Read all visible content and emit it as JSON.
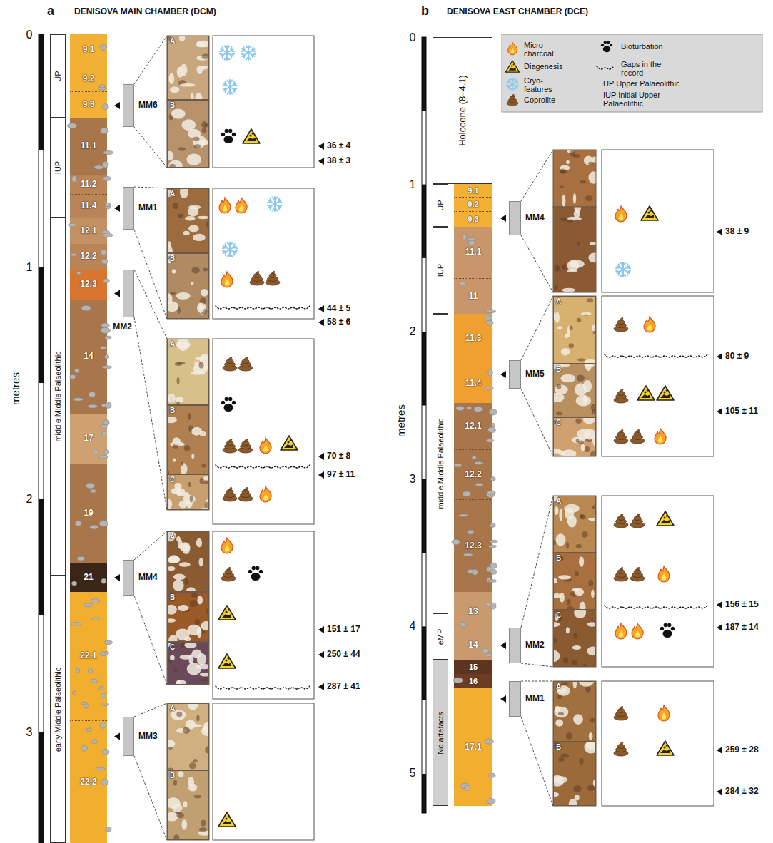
{
  "diagram": {
    "nodes": [
      {
        "text": [
          "UP"
        ]
      },
      {
        "text": [
          "IUP"
        ]
      },
      {
        "text": [
          "middle Middle Palaeolithic"
        ]
      },
      {
        "text": [
          "early Middle Palaeolithic"
        ]
      },
      {
        "text": [
          "9.1"
        ]
      },
      {
        "text": [
          "9.2"
        ]
      },
      {
        "text": [
          "9.3"
        ]
      },
      {
        "text": [
          "11.1"
        ]
      },
      {
        "text": [
          "11.2"
        ]
      },
      {
        "text": [
          "11.4"
        ]
      },
      {
        "text": [
          "12.1"
        ]
      },
      {
        "text": [
          "12.2"
        ]
      },
      {
        "text": [
          "12.3"
        ]
      },
      {
        "text": [
          "14"
        ]
      },
      {
        "text": [
          "17"
        ]
      },
      {
        "text": [
          "19"
        ]
      },
      {
        "text": [
          "21"
        ]
      },
      {
        "text": [
          "22.1"
        ]
      },
      {
        "text": [
          "22.2"
        ]
      },
      {
        "text": [
          "MM6"
        ]
      },
      {
        "text": [
          "A"
        ]
      },
      {
        "text": [
          "B"
        ]
      },
      {
        "text": [
          "MM1"
        ]
      },
      {
        "text": [
          "A"
        ]
      },
      {
        "text": [
          "B"
        ]
      },
      {
        "text": [
          "MM2"
        ]
      },
      {
        "text": [
          "A"
        ]
      },
      {
        "text": [
          "B"
        ]
      },
      {
        "text": [
          "C"
        ]
      },
      {
        "text": [
          "MM4"
        ]
      },
      {
        "text": [
          "A"
        ]
      },
      {
        "text": [
          "B"
        ]
      },
      {
        "text": [
          "C"
        ]
      },
      {
        "text": [
          "MM3"
        ]
      },
      {
        "text": [
          "A"
        ]
      },
      {
        "text": [
          "B"
        ]
      },
      {
        "text": [
          "Holocene (8–4.1)"
        ]
      },
      {
        "text": [
          "UP"
        ]
      },
      {
        "text": [
          "IUP"
        ]
      },
      {
        "text": [
          "middle Middle Palaeolithic"
        ]
      },
      {
        "text": [
          "eMP"
        ]
      },
      {
        "text": [
          "No artefacts"
        ]
      },
      {
        "text": [
          "9.1"
        ]
      },
      {
        "text": [
          "9.2"
        ]
      },
      {
        "text": [
          "9.3"
        ]
      },
      {
        "text": [
          "11.1"
        ]
      },
      {
        "text": [
          "11"
        ]
      },
      {
        "text": [
          "11.3"
        ]
      },
      {
        "text": [
          "11.4"
        ]
      },
      {
        "text": [
          "12.1"
        ]
      },
      {
        "text": [
          "12.2"
        ]
      },
      {
        "text": [
          "12.3"
        ]
      },
      {
        "text": [
          "13"
        ]
      },
      {
        "text": [
          "14"
        ]
      },
      {
        "text": [
          "15"
        ]
      },
      {
        "text": [
          "16"
        ]
      },
      {
        "text": [
          "17.1"
        ]
      },
      {
        "text": [
          "MM4"
        ]
      },
      {
        "text": [
          "MM5"
        ]
      },
      {
        "text": [
          "A"
        ]
      },
      {
        "text": [
          "B"
        ]
      },
      {
        "text": [
          "C"
        ]
      },
      {
        "text": [
          "MM2"
        ]
      },
      {
        "text": [
          "A"
        ]
      },
      {
        "text": [
          "B"
        ]
      },
      {
        "text": [
          "C"
        ]
      },
      {
        "text": [
          "MM1"
        ]
      },
      {
        "text": [
          "A"
        ]
      },
      {
        "text": [
          "B"
        ]
      }
    ],
    "edges": [
      {
        "from": 19,
        "to": 20,
        "arrow": "none"
      },
      {
        "from": 19,
        "to": 21,
        "arrow": "none"
      },
      {
        "from": 22,
        "to": 23,
        "arrow": "none"
      },
      {
        "from": 22,
        "to": 24,
        "arrow": "none"
      },
      {
        "from": 25,
        "to": 26,
        "arrow": "none"
      },
      {
        "from": 25,
        "to": 28,
        "arrow": "none"
      },
      {
        "from": 29,
        "to": 30,
        "arrow": "none"
      },
      {
        "from": 29,
        "to": 32,
        "arrow": "none"
      },
      {
        "from": 33,
        "to": 34,
        "arrow": "none"
      },
      {
        "from": 33,
        "to": 35,
        "arrow": "none"
      },
      {
        "from": 58,
        "to": 59,
        "arrow": "none"
      },
      {
        "from": 58,
        "to": 61,
        "arrow": "none"
      },
      {
        "from": 62,
        "to": 63,
        "arrow": "none"
      },
      {
        "from": 62,
        "to": 65,
        "arrow": "none"
      },
      {
        "from": 66,
        "to": 67,
        "arrow": "none"
      },
      {
        "from": 66,
        "to": 68,
        "arrow": "none"
      }
    ],
    "labels": [
      "a",
      "DENISOVA MAIN CHAMBER (DCM)",
      "metres",
      "0",
      "1",
      "2",
      "3",
      "36 ± 4",
      "38 ± 3",
      "44 ± 5",
      "58 ± 6",
      "70 ± 8",
      "97 ± 11",
      "151 ± 17",
      "250 ± 44",
      "287 ± 41",
      "b",
      "DENISOVA EAST CHAMBER (DCE)",
      "metres",
      "0",
      "1",
      "2",
      "3",
      "4",
      "5",
      "38 ± 9",
      "80 ± 9",
      "105 ± 11",
      "156 ± 15",
      "187 ± 14",
      "259 ± 28",
      "284 ± 32"
    ],
    "legend": [
      {
        "text": "Micro- charcoal"
      },
      {
        "text": "Bioturbation"
      },
      {
        "text": "Diagenesis"
      },
      {
        "text": "Gaps in the record"
      },
      {
        "text": "Cryo- features"
      },
      {
        "text": "UP Upper Palaeolithic"
      },
      {
        "text": "Coprolite"
      },
      {
        "text": "IUP Initial Upper Palaeolithic"
      }
    ]
  }
}
